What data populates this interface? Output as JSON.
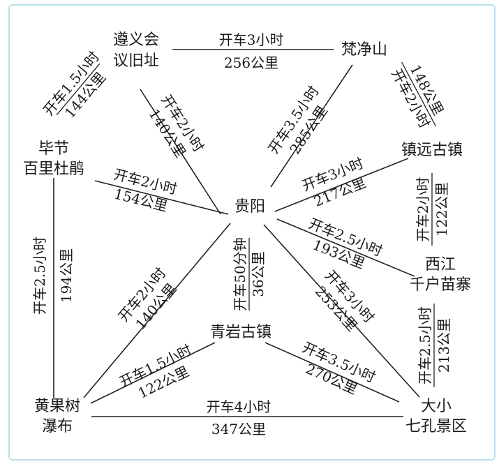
{
  "nodes": {
    "zunyi": [
      "遵义会",
      "议旧址"
    ],
    "fanjingshan": [
      "梵净山"
    ],
    "bijie": [
      "毕节",
      "百里杜鹃"
    ],
    "zhenyuan": [
      "镇远古镇"
    ],
    "guiyang": [
      "贵阳"
    ],
    "xijiang": [
      "西江",
      "千户苗寨"
    ],
    "qingyan": [
      "青岩古镇"
    ],
    "huangguoshu": [
      "黄果树",
      "瀑布"
    ],
    "xiaoqikong": [
      "大小",
      "七孔景区"
    ]
  },
  "routes": [
    {
      "id": "zunyi-fanjingshan",
      "drive": "开车3小时",
      "distance": "256公里"
    },
    {
      "id": "zunyi-bijie",
      "drive": "开车1.5小时",
      "distance": "144公里"
    },
    {
      "id": "fanjingshan-zhenyuan",
      "drive": "开车2小时",
      "distance": "148公里"
    },
    {
      "id": "zunyi-guiyang",
      "drive": "开车2小时",
      "distance": "140公里"
    },
    {
      "id": "fanjingshan-guiyang",
      "drive": "开车3.5小时",
      "distance": "285公里"
    },
    {
      "id": "bijie-guiyang",
      "drive": "开车2小时",
      "distance": "154公里"
    },
    {
      "id": "zhenyuan-guiyang",
      "drive": "开车3小时",
      "distance": "217公里"
    },
    {
      "id": "zhenyuan-xijiang",
      "drive": "开车2小时",
      "distance": "122公里"
    },
    {
      "id": "guiyang-xijiang",
      "drive": "开车2.5小时",
      "distance": "193公里"
    },
    {
      "id": "bijie-huangguoshu",
      "drive": "开车2.5小时",
      "distance": "194公里"
    },
    {
      "id": "guiyang-qingyan",
      "drive": "开车50分钟",
      "distance": "36公里"
    },
    {
      "id": "guiyang-huangguoshu",
      "drive": "开车2小时",
      "distance": "140公里"
    },
    {
      "id": "guiyang-xiaoqikong",
      "drive": "开车3小时",
      "distance": "253公里"
    },
    {
      "id": "xijiang-xiaoqikong",
      "drive": "开车2.5小时",
      "distance": "213公里"
    },
    {
      "id": "qingyan-huangguoshu",
      "drive": "开车1.5小时",
      "distance": "122公里"
    },
    {
      "id": "qingyan-xiaoqikong",
      "drive": "开车3.5小时",
      "distance": "270公里"
    },
    {
      "id": "huangguoshu-xiaoqikong",
      "drive": "开车4小时",
      "distance": "347公里"
    }
  ]
}
